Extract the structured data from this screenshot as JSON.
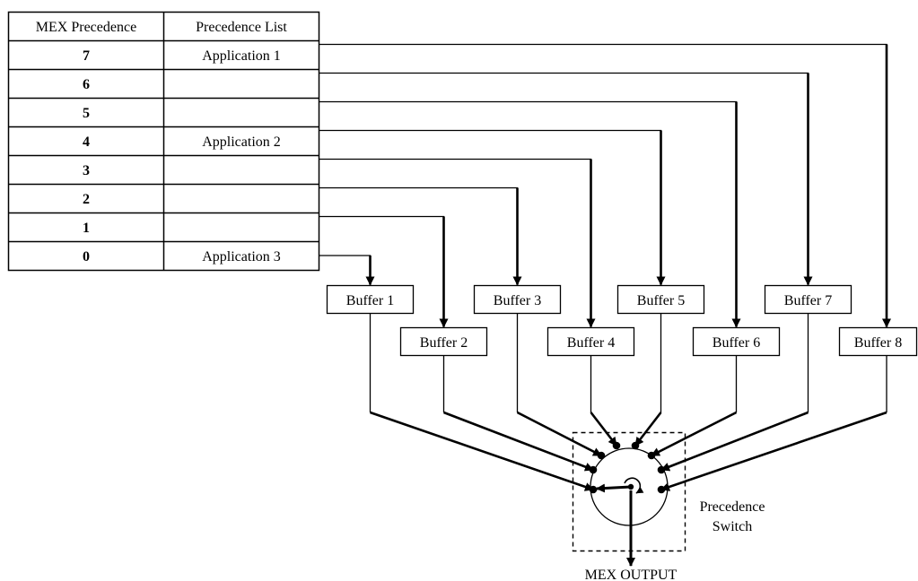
{
  "table": {
    "header": {
      "precedence": "MEX Precedence",
      "list": "Precedence List"
    },
    "rows": [
      {
        "precedence": "7",
        "application": "Application 1"
      },
      {
        "precedence": "6",
        "application": ""
      },
      {
        "precedence": "5",
        "application": ""
      },
      {
        "precedence": "4",
        "application": "Application 2"
      },
      {
        "precedence": "3",
        "application": ""
      },
      {
        "precedence": "2",
        "application": ""
      },
      {
        "precedence": "1",
        "application": ""
      },
      {
        "precedence": "0",
        "application": "Application 3"
      }
    ]
  },
  "buffers": [
    {
      "label": "Buffer 1",
      "precedence": "0"
    },
    {
      "label": "Buffer 2",
      "precedence": "1"
    },
    {
      "label": "Buffer 3",
      "precedence": "2"
    },
    {
      "label": "Buffer 4",
      "precedence": "3"
    },
    {
      "label": "Buffer 5",
      "precedence": "4"
    },
    {
      "label": "Buffer 6",
      "precedence": "5"
    },
    {
      "label": "Buffer 7",
      "precedence": "6"
    },
    {
      "label": "Buffer 8",
      "precedence": "7"
    }
  ],
  "switch": {
    "label_line1": "Precedence",
    "label_line2": "Switch"
  },
  "output": {
    "label": "MEX OUTPUT"
  }
}
